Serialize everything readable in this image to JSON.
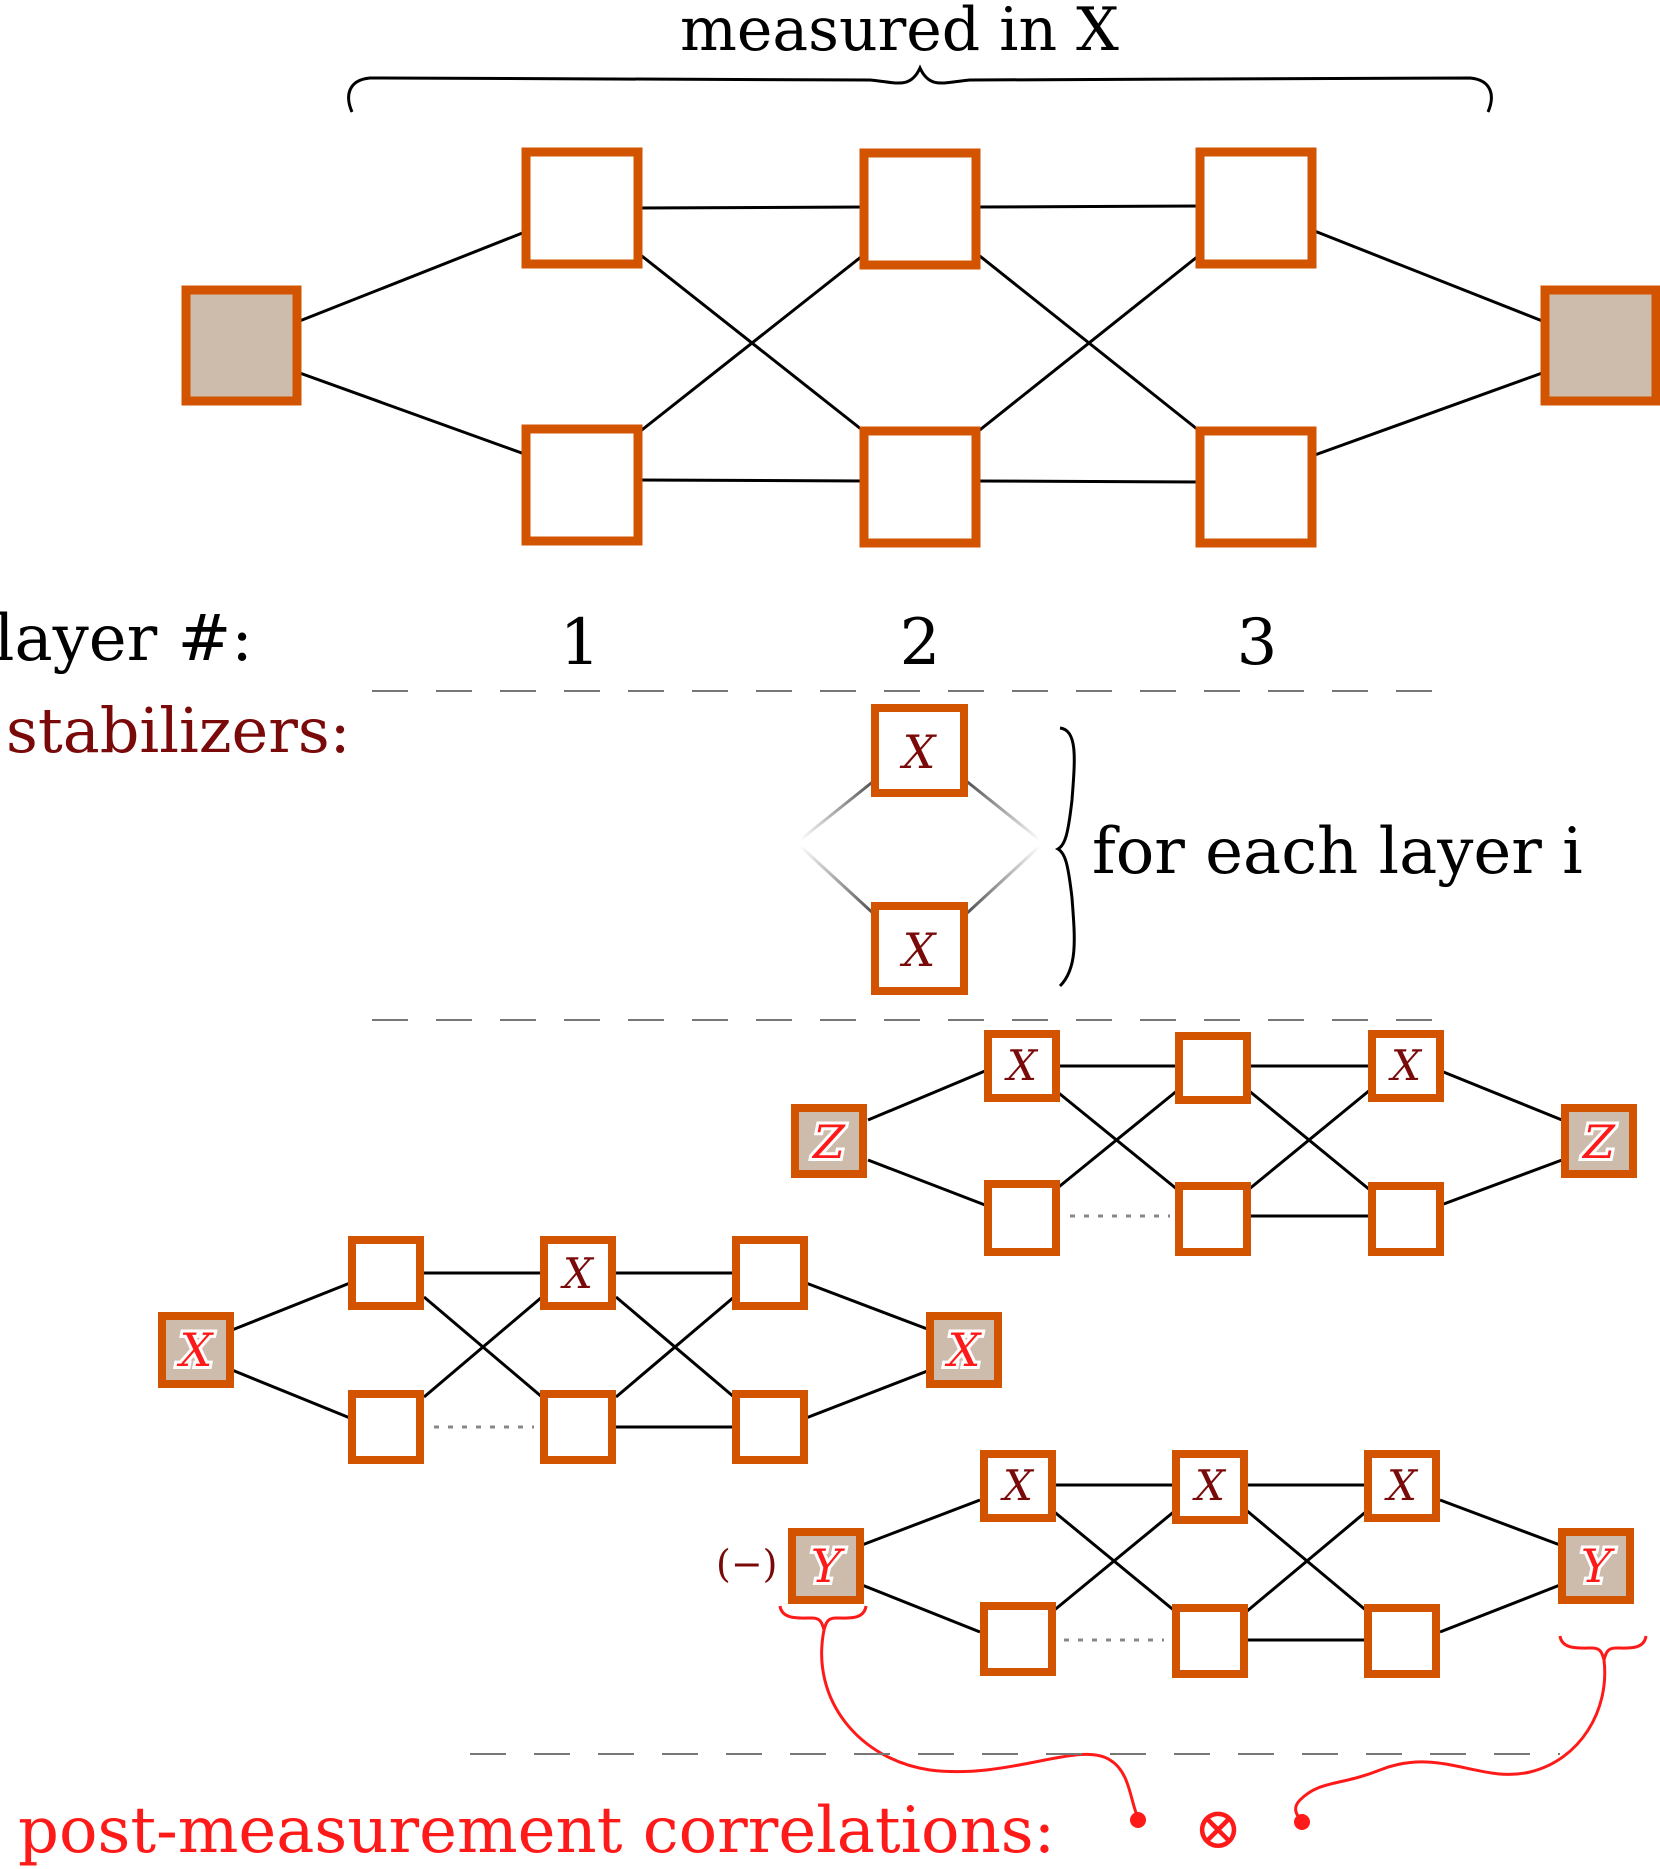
{
  "header": {
    "measured_text": "measured in X",
    "layer_label": "layer #:",
    "layer_numbers": [
      "1",
      "2",
      "3"
    ]
  },
  "stabilizers": {
    "heading": "stabilizers:",
    "op_top": "X",
    "op_bottom": "X",
    "brace_text": "for each layer i"
  },
  "examples": {
    "z_chain": {
      "end_left": "Z",
      "end_right": "Z",
      "top_ops": [
        "X",
        "",
        "X"
      ]
    },
    "x_chain": {
      "end_left": "X",
      "end_right": "X",
      "top_ops": [
        "",
        "X",
        ""
      ]
    },
    "y_chain": {
      "sign": "(−)",
      "end_left": "Y",
      "end_right": "Y",
      "top_ops": [
        "X",
        "X",
        "X"
      ]
    }
  },
  "footer": {
    "label": "post-measurement correlations:",
    "tensor_symbol": "⊗"
  },
  "colors": {
    "node_stroke": "#d35400",
    "end_fill": "#cdbcac",
    "stabilizer_dark_red": "#7a0a0a",
    "correlation_red": "#ff1a1a"
  }
}
